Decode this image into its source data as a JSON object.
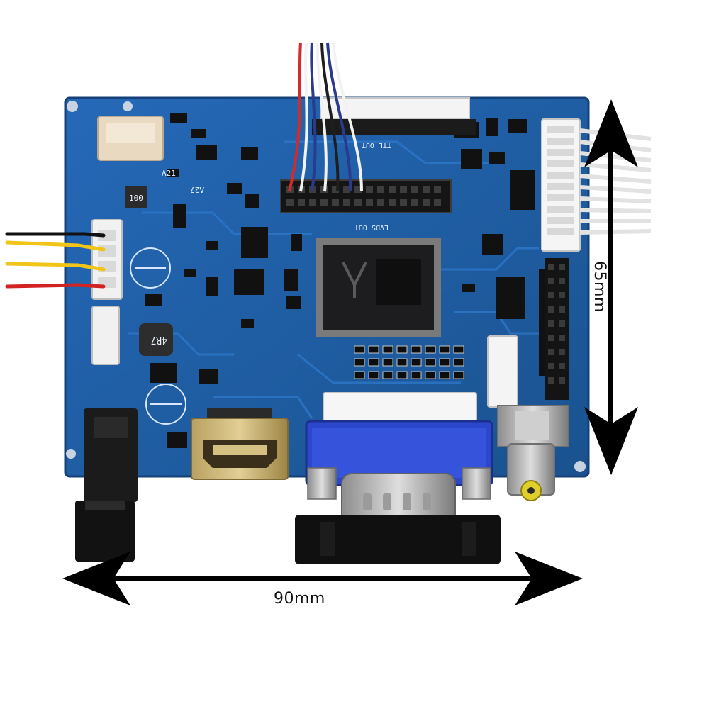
{
  "photo": {
    "subject": "LCD controller board",
    "dimensions": {
      "width_label": "90mm",
      "height_label": "65mm"
    },
    "silkscreen": {
      "ttl_out": "TTL OUT",
      "lvds_out": "LVDS OUT",
      "inductor_top": "100",
      "inductor_bottom": "4R7",
      "a21": "A21",
      "a27": "A27"
    },
    "colors": {
      "pcb": "#1f5ea8",
      "pcb_edge": "#17498a",
      "connector_white": "#f2f2f2",
      "vga_blue": "#2a48c8",
      "arrow": "#000000"
    }
  }
}
